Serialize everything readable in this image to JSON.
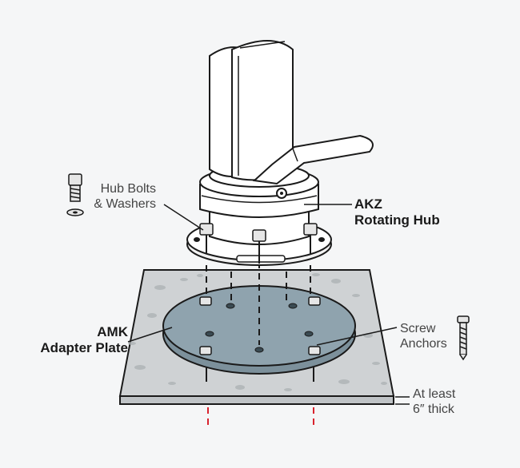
{
  "labels": {
    "hub_bolts_line1": "Hub Bolts",
    "hub_bolts_line2": "& Washers",
    "akz_line1": "AKZ",
    "akz_line2": "Rotating Hub",
    "amk_line1": "AMK",
    "amk_line2": "Adapter Plate",
    "screw_line1": "Screw",
    "screw_line2": "Anchors",
    "thick_line1": "At least",
    "thick_line2": "6″ thick"
  },
  "colors": {
    "background": "#f5f6f7",
    "concrete": "#cfd2d4",
    "plate": "#8fa3ae",
    "outline": "#1a1a1a",
    "depth_marker": "#d9232e"
  },
  "icons": {
    "bolt": "hex-socket-bolt-icon",
    "washer": "washer-icon",
    "anchor": "screw-anchor-icon"
  }
}
